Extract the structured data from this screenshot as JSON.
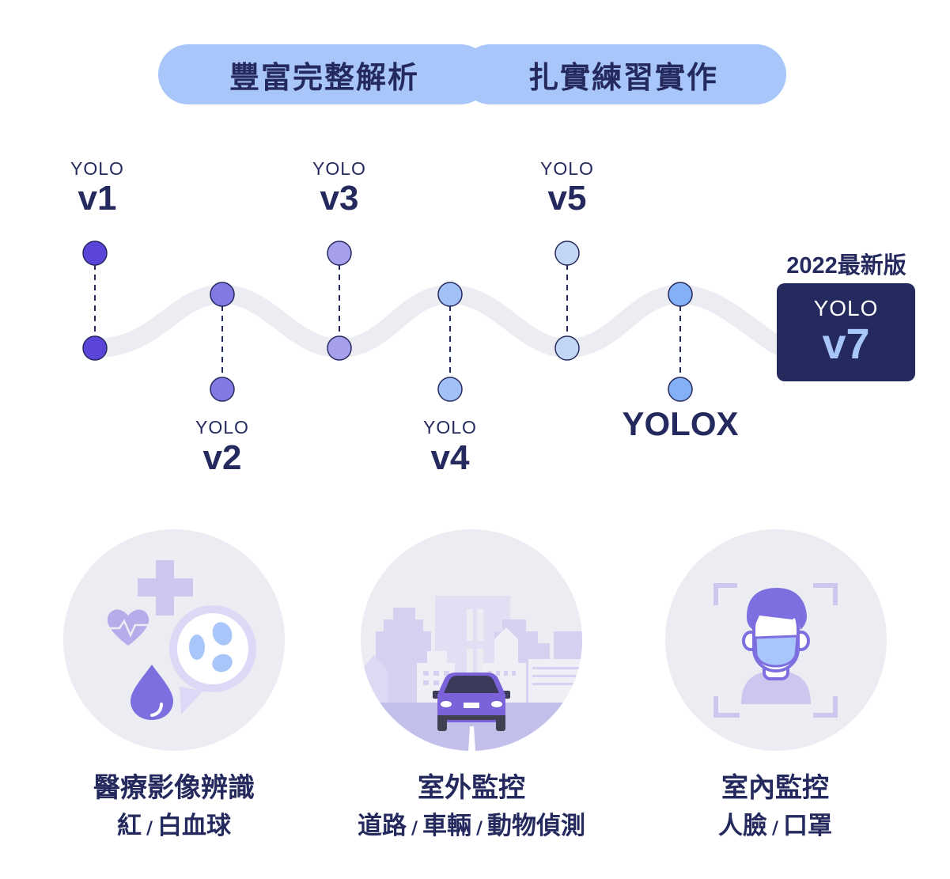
{
  "header": {
    "pill_left": "豐富完整解析",
    "pill_right": "扎實練習實作"
  },
  "timeline": {
    "nodes": [
      {
        "prefix": "YOLO",
        "version": "v1",
        "position": "top",
        "color": "#5b45d8"
      },
      {
        "prefix": "YOLO",
        "version": "v2",
        "position": "bottom",
        "color": "#8279e3"
      },
      {
        "prefix": "YOLO",
        "version": "v3",
        "position": "top",
        "color": "#a59fec"
      },
      {
        "prefix": "YOLO",
        "version": "v4",
        "position": "bottom",
        "color": "#a3c0f7"
      },
      {
        "prefix": "YOLO",
        "version": "v5",
        "position": "top",
        "color": "#c3d6f5"
      },
      {
        "prefix": "",
        "version": "YOLOX",
        "position": "bottom",
        "color": "#84b1f5"
      }
    ],
    "latest": {
      "badge": "2022最新版",
      "prefix": "YOLO",
      "version": "v7"
    },
    "colors": {
      "wave": "#ececf3",
      "dash": "#252a5e",
      "box": "#252a5e",
      "box_version": "#a9c6fa"
    }
  },
  "use_cases": [
    {
      "icon": "medical-imaging-icon",
      "title": "醫療影像辨識",
      "sub": [
        "紅",
        "白血球"
      ]
    },
    {
      "icon": "city-car-icon",
      "title": "室外監控",
      "sub": [
        "道路",
        "車輛",
        "動物偵測"
      ]
    },
    {
      "icon": "face-mask-detection-icon",
      "title": "室內監控",
      "sub": [
        "人臉",
        "口罩"
      ]
    }
  ],
  "separator": "/"
}
